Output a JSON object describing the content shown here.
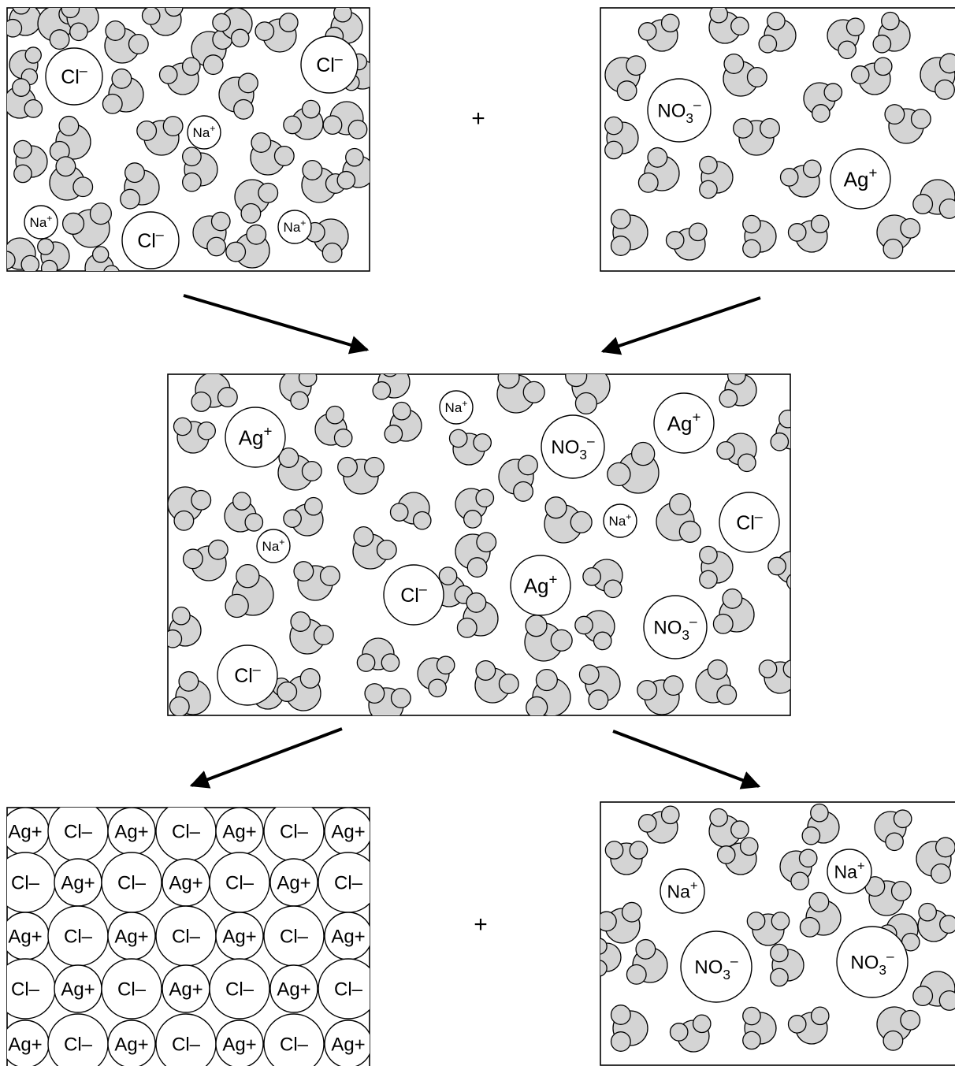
{
  "reaction_stages": {
    "reactant_left": {
      "ions": [
        {
          "label": "Cl",
          "charge": "–"
        },
        {
          "label": "Cl",
          "charge": "–"
        },
        {
          "label": "Cl",
          "charge": "–"
        },
        {
          "label": "Na",
          "charge": "+"
        },
        {
          "label": "Na",
          "charge": "+"
        },
        {
          "label": "Na",
          "charge": "+"
        }
      ]
    },
    "reactant_right": {
      "ions": [
        {
          "label": "NO",
          "sub": "3",
          "charge": "–"
        },
        {
          "label": "Ag",
          "charge": "+"
        }
      ]
    },
    "mixture": {
      "ions": [
        {
          "label": "Ag",
          "charge": "+"
        },
        {
          "label": "Ag",
          "charge": "+"
        },
        {
          "label": "Ag",
          "charge": "+"
        },
        {
          "label": "Na",
          "charge": "+"
        },
        {
          "label": "Na",
          "charge": "+"
        },
        {
          "label": "Na",
          "charge": "+"
        },
        {
          "label": "NO",
          "sub": "3",
          "charge": "–"
        },
        {
          "label": "NO",
          "sub": "3",
          "charge": "–"
        },
        {
          "label": "Cl",
          "charge": "–"
        },
        {
          "label": "Cl",
          "charge": "–"
        },
        {
          "label": "Cl",
          "charge": "–"
        }
      ]
    },
    "precipitate": {
      "lattice_rows": [
        [
          "Ag+",
          "Cl–",
          "Ag+",
          "Cl–",
          "Ag+",
          "Cl–",
          "Ag+"
        ],
        [
          "Cl–",
          "Ag+",
          "Cl–",
          "Ag+",
          "Cl–",
          "Ag+",
          "Cl–"
        ],
        [
          "Ag+",
          "Cl–",
          "Ag+",
          "Cl–",
          "Ag+",
          "Cl–",
          "Ag+"
        ],
        [
          "Cl–",
          "Ag+",
          "Cl–",
          "Ag+",
          "Cl–",
          "Ag+",
          "Cl–"
        ],
        [
          "Ag+",
          "Cl–",
          "Ag+",
          "Cl–",
          "Ag+",
          "Cl–",
          "Ag+"
        ]
      ]
    },
    "product_solution": {
      "ions": [
        {
          "label": "Na",
          "charge": "+"
        },
        {
          "label": "Na",
          "charge": "+"
        },
        {
          "label": "NO",
          "sub": "3",
          "charge": "–"
        },
        {
          "label": "NO",
          "sub": "3",
          "charge": "–"
        }
      ]
    }
  },
  "operators": {
    "top_plus": "+",
    "bottom_plus": "+"
  },
  "colors": {
    "water": "#d4d4d4",
    "ion_fill": "#ffffff",
    "stroke": "#000000"
  }
}
